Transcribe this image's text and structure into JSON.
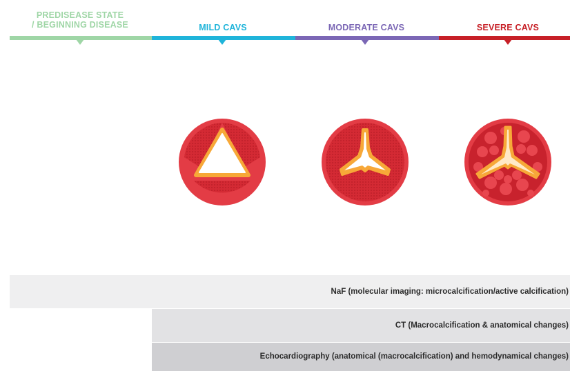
{
  "stages": [
    {
      "line1": "PREDISEASE STATE",
      "line2": "/ BEGINNING DISEASE",
      "color": "#9fd6a6"
    },
    {
      "line1": "MILD CAVS",
      "line2": "",
      "color": "#1fb4da"
    },
    {
      "line1": "MODERATE CAVS",
      "line2": "",
      "color": "#7b67b5"
    },
    {
      "line1": "SEVERE CAVS",
      "line2": "",
      "color": "#c72027"
    }
  ],
  "colors": {
    "valve_outer": "#e33c45",
    "valve_cusp": "#c8222d",
    "calcification": "#f7a838",
    "row1_bg": "#efeff0",
    "row2_bg": "#e2e2e4",
    "row3_bg": "#cfcfd2"
  },
  "imaging_rows": [
    {
      "label": "NaF (molecular imaging: microcalcification/active calcification)"
    },
    {
      "label": "CT (Macrocalcification & anatomical changes)"
    },
    {
      "label": "Echocardiography (anatomical (macrocalcification) and hemodynamical changes)"
    }
  ]
}
